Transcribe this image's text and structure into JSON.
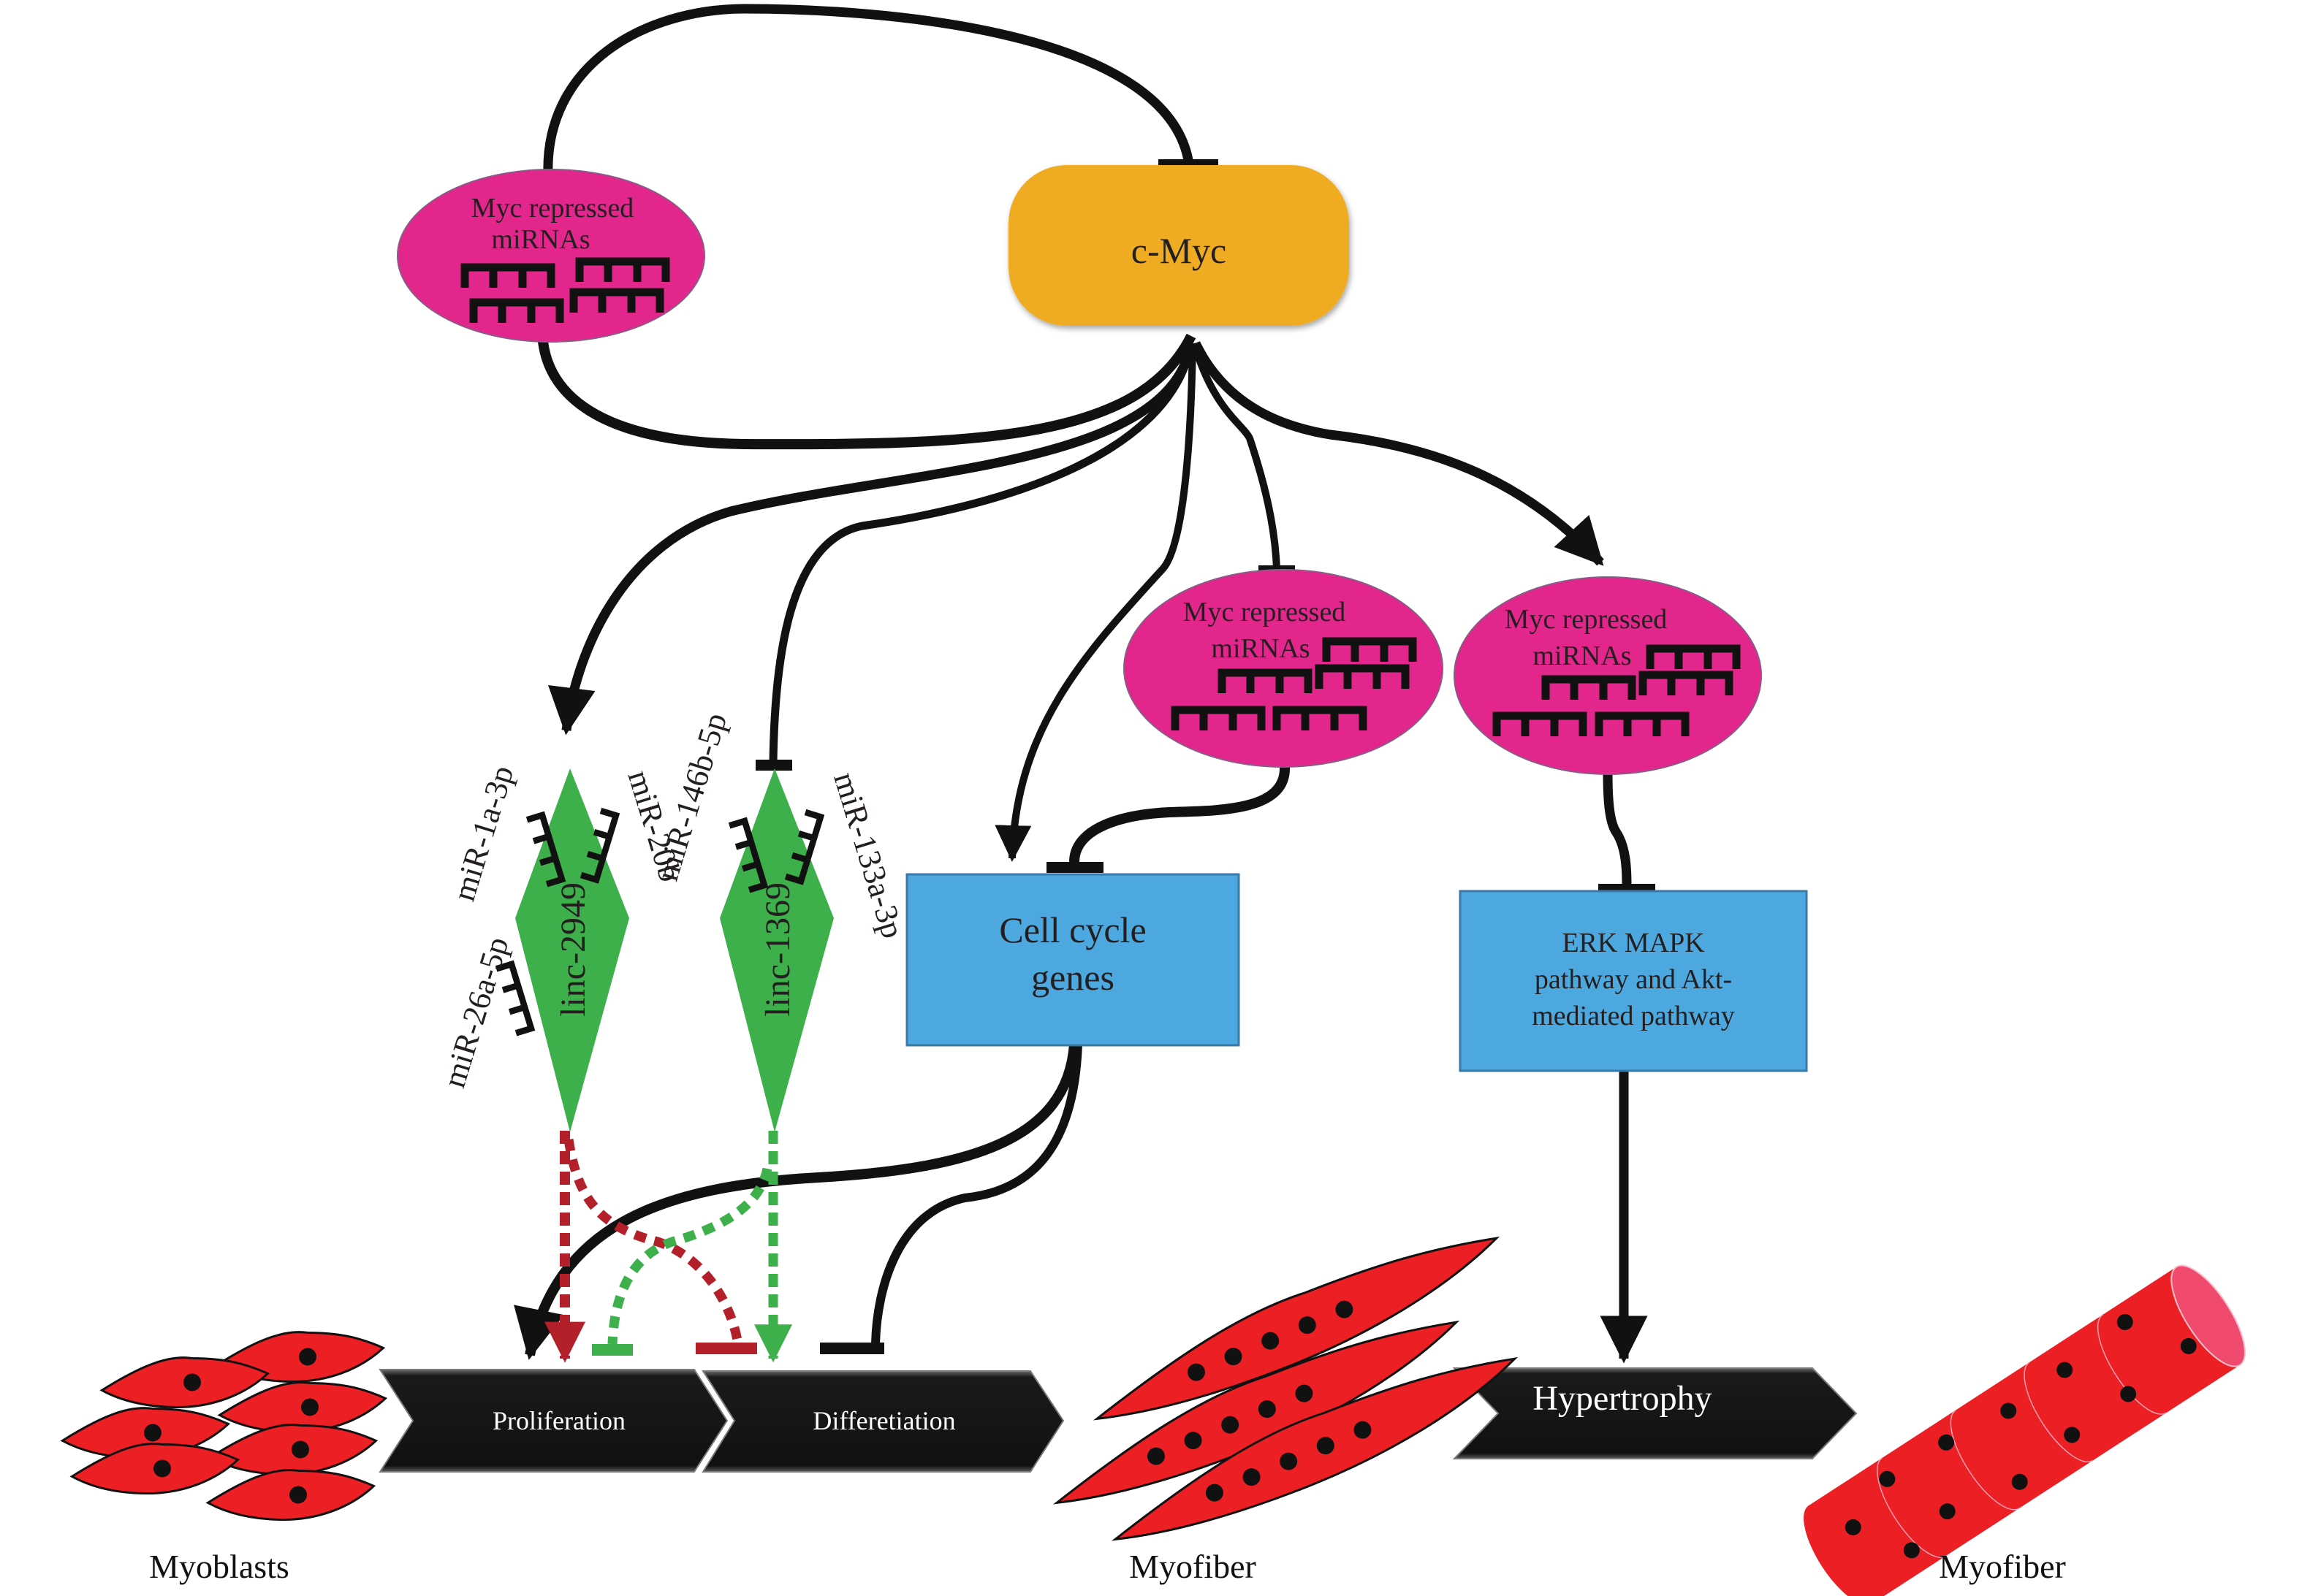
{
  "colors": {
    "cmyc_fill": "#efac22",
    "mirna_fill": "#e3268c",
    "mirna_stroke": "#8b5a86",
    "box_fill": "#4ea8e0",
    "box_stroke": "#3a78a8",
    "linc_fill": "#3db04b",
    "stage_fill": "#111111",
    "cell_fill": "#ec1f25",
    "nucleus": "#111111",
    "edge": "#111111",
    "dashed_red": "#b3202a",
    "dashed_green": "#3db04b",
    "fiber_end": "#f04a6e"
  },
  "nodes": {
    "cmyc": {
      "label": "c-Myc"
    },
    "mirna_top": {
      "line1": "Myc repressed",
      "line2": "miRNAs"
    },
    "mirna_mid": {
      "line1": "Myc repressed",
      "line2": "miRNAs"
    },
    "mirna_right": {
      "line1": "Myc repressed",
      "line2": "miRNAs"
    },
    "cell_cycle": {
      "line1": "Cell cycle",
      "line2": "genes"
    },
    "erk": {
      "line1": "ERK MAPK",
      "line2": "pathway and Akt-",
      "line3": "mediated pathway"
    },
    "linc2949": {
      "label": "linc-2949"
    },
    "linc1369": {
      "label": "linc-1369"
    }
  },
  "mirna_labels": {
    "mir_1a_3p": "miR-1a-3p",
    "mir_20b": "miR-20b",
    "mir_26a_5p": "miR-26a-5p",
    "mir_146b_5p": "miR-146b-5p",
    "mir_133a_3p": "miR-133a-3p"
  },
  "stages": {
    "proliferation": "Proliferation",
    "differentiation": "Differetiation",
    "hypertrophy": "Hypertrophy"
  },
  "captions": {
    "myoblasts": "Myoblasts",
    "myofiber_mid": "Myofiber",
    "myofiber_right": "Myofiber"
  },
  "relations": [
    {
      "from": "c-Myc",
      "to": "Myc repressed miRNAs (top)",
      "type": "inhibits"
    },
    {
      "from": "Myc repressed miRNAs (top)",
      "to": "c-Myc",
      "type": "inhibits"
    },
    {
      "from": "c-Myc",
      "to": "linc-2949",
      "type": "activates"
    },
    {
      "from": "c-Myc",
      "to": "linc-1369",
      "type": "inhibits"
    },
    {
      "from": "c-Myc",
      "to": "Cell cycle genes",
      "type": "activates"
    },
    {
      "from": "c-Myc",
      "to": "Myc repressed miRNAs (middle)",
      "type": "inhibits"
    },
    {
      "from": "c-Myc",
      "to": "Myc repressed miRNAs (right)",
      "type": "activates"
    },
    {
      "from": "Myc repressed miRNAs (middle)",
      "to": "Cell cycle genes",
      "type": "inhibits"
    },
    {
      "from": "Myc repressed miRNAs (right)",
      "to": "ERK MAPK pathway and Akt-mediated pathway",
      "type": "inhibits"
    },
    {
      "from": "Cell cycle genes",
      "to": "Proliferation",
      "type": "activates"
    },
    {
      "from": "Cell cycle genes",
      "to": "Differetiation",
      "type": "inhibits"
    },
    {
      "from": "linc-2949",
      "to": "Proliferation",
      "type": "activates (dashed)"
    },
    {
      "from": "linc-2949",
      "to": "Differetiation",
      "type": "inhibits (dashed)"
    },
    {
      "from": "linc-1369",
      "to": "Differetiation",
      "type": "activates (dashed)"
    },
    {
      "from": "linc-1369",
      "to": "Proliferation",
      "type": "inhibits (dashed)"
    },
    {
      "from": "ERK MAPK pathway and Akt-mediated pathway",
      "to": "Hypertrophy",
      "type": "activates"
    }
  ]
}
